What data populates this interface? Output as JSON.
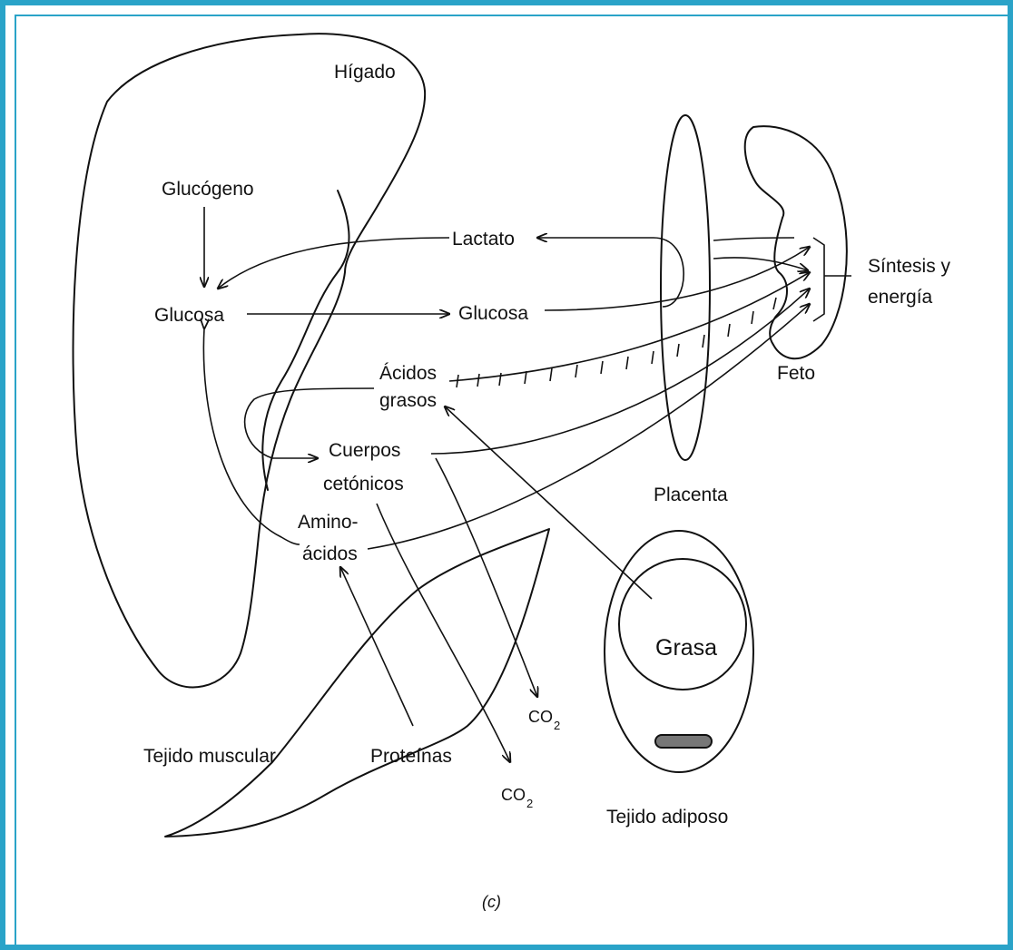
{
  "labels": {
    "higado": "Hígado",
    "glucogeno": "Glucógeno",
    "glucosa_left": "Glucosa",
    "lactato": "Lactato",
    "glucosa_mid": "Glucosa",
    "acidos_1": "Ácidos",
    "acidos_2": "grasos",
    "cuerpos_1": "Cuerpos",
    "cuerpos_2": "cetónicos",
    "amino_1": "Amino-",
    "amino_2": "ácidos",
    "placenta": "Placenta",
    "feto": "Feto",
    "sintesis_1": "Síntesis y",
    "sintesis_2": "energía",
    "grasa": "Grasa",
    "tejido_adiposo": "Tejido adiposo",
    "tejido_muscular": "Tejido muscular",
    "proteinas": "Proteínas",
    "co2_a": "CO",
    "co2_b": "CO",
    "co2_sub": "2",
    "caption": "(c)"
  },
  "colors": {
    "frame": "#2aa3c8",
    "ink": "#111111"
  }
}
